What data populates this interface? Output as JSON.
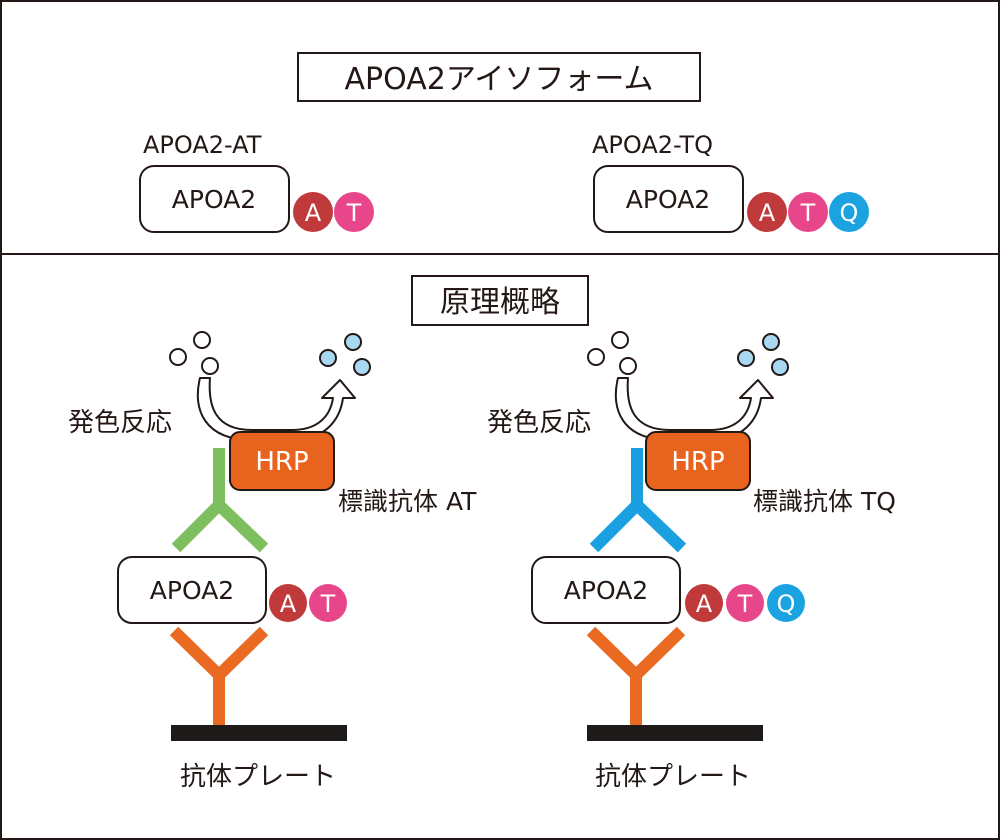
{
  "colors": {
    "line": "#231815",
    "red_residue": "#c0393b",
    "pink_residue": "#e8468a",
    "blue_residue": "#1aa3e0",
    "hrp": "#e8641e",
    "green_antibody": "#7dbf5e",
    "blue_antibody": "#1a9fe0",
    "capture_antibody": "#ea6a22",
    "plate": "#1e1a19",
    "product_bubble": "#a9d8f2"
  },
  "isoform_section": {
    "title": "APOA2アイソフォーム",
    "isoforms": [
      {
        "label": "APOA2-AT",
        "protein": "APOA2",
        "residues": [
          "A",
          "T"
        ]
      },
      {
        "label": "APOA2-TQ",
        "protein": "APOA2",
        "residues": [
          "A",
          "T",
          "Q"
        ]
      }
    ]
  },
  "principle_section": {
    "title": "原理概略",
    "assays": [
      {
        "reaction_label": "発色反応",
        "enzyme": "HRP",
        "antibody_label": "標識抗体 AT",
        "protein": "APOA2",
        "residues": [
          "A",
          "T"
        ],
        "plate_label": "抗体プレート"
      },
      {
        "reaction_label": "発色反応",
        "enzyme": "HRP",
        "antibody_label": "標識抗体 TQ",
        "protein": "APOA2",
        "residues": [
          "A",
          "T",
          "Q"
        ],
        "plate_label": "抗体プレート"
      }
    ]
  }
}
